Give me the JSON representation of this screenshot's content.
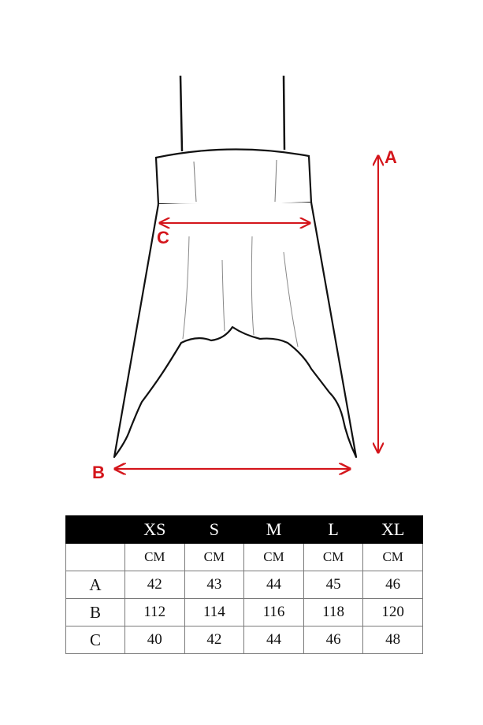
{
  "labels": {
    "a": "A",
    "b": "B",
    "c": "C"
  },
  "colors": {
    "accent": "#d4151b",
    "line": "#111111"
  },
  "table": {
    "sizes": [
      "XS",
      "S",
      "M",
      "L",
      "XL"
    ],
    "unit": "CM",
    "rows": [
      {
        "label": "A",
        "values": [
          "42",
          "43",
          "44",
          "45",
          "46"
        ]
      },
      {
        "label": "B",
        "values": [
          "112",
          "114",
          "116",
          "118",
          "120"
        ]
      },
      {
        "label": "C",
        "values": [
          "40",
          "42",
          "44",
          "46",
          "48"
        ]
      }
    ]
  }
}
